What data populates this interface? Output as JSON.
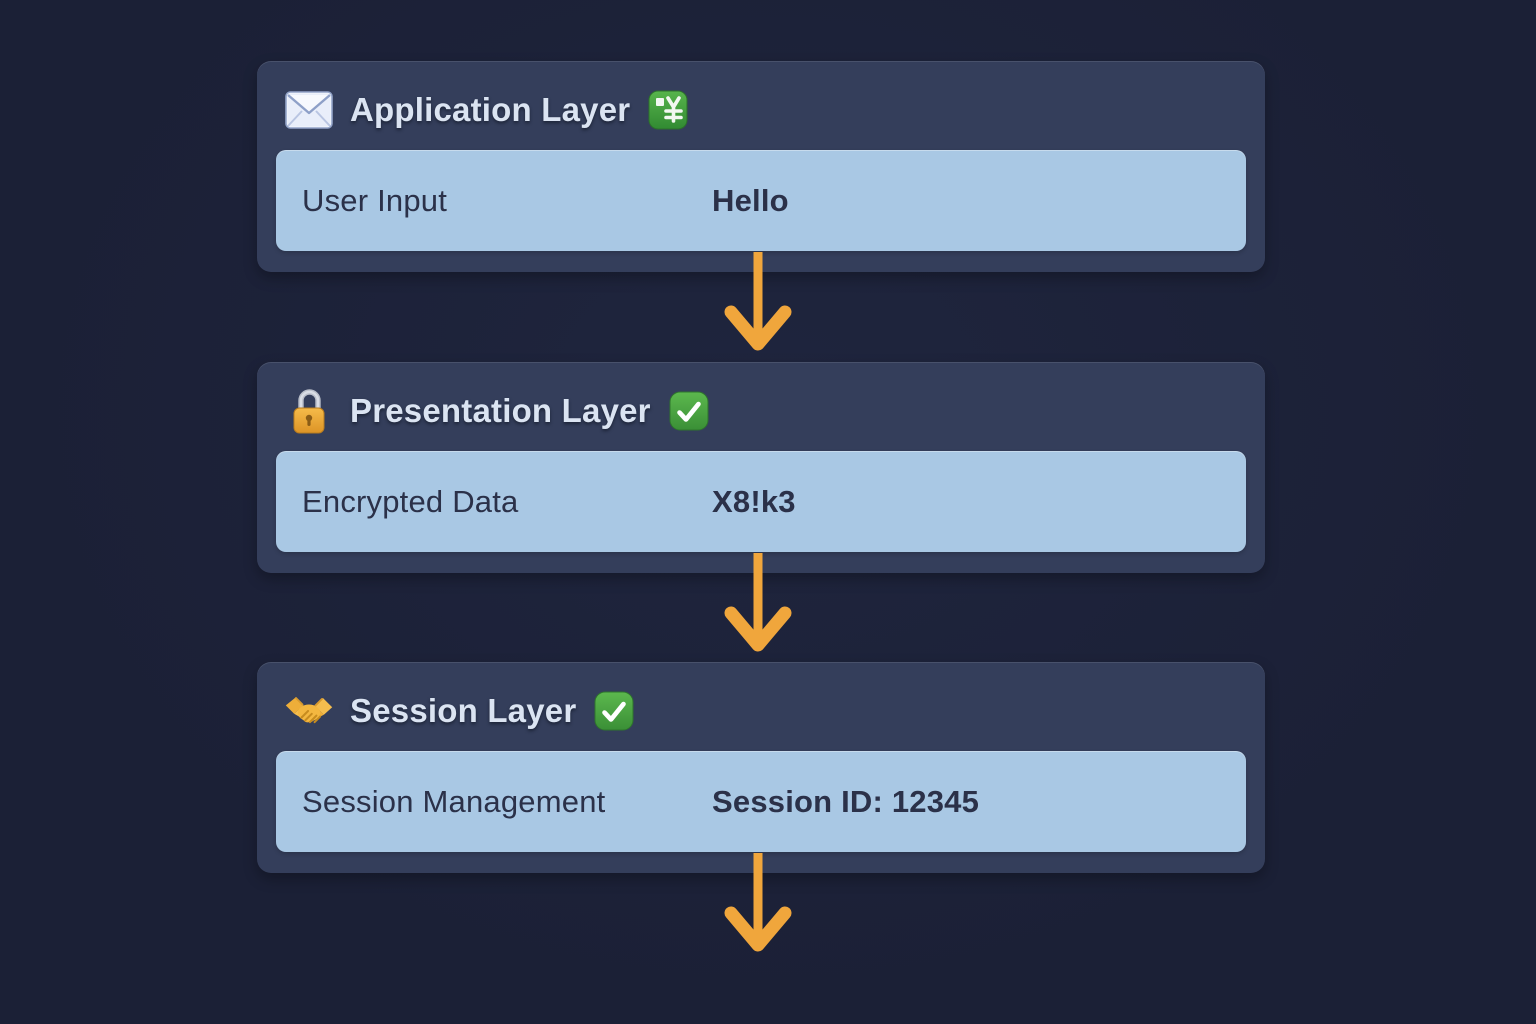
{
  "diagram": {
    "description_colors": {
      "background": "#1b2036",
      "card": "#343e5b",
      "row": "#a9c8e4",
      "arrow": "#f0a63c",
      "header_text": "#dbe4f2",
      "row_text": "#2b3149",
      "badge_green": "#3fae4e"
    },
    "layers": [
      {
        "icon": "envelope-icon",
        "title": "Application Layer",
        "status_icon": "green-symbol-badge",
        "row": {
          "label": "User Input",
          "value": "Hello"
        }
      },
      {
        "icon": "lock-icon",
        "title": "Presentation Layer",
        "status_icon": "check-badge",
        "row": {
          "label": "Encrypted Data",
          "value": "X8!k3"
        }
      },
      {
        "icon": "handshake-icon",
        "title": "Session Layer",
        "status_icon": "check-badge",
        "row": {
          "label": "Session Management",
          "value": "Session ID: 12345"
        }
      }
    ],
    "arrows": {
      "count": 3,
      "direction": "down",
      "color": "#f0a63c"
    }
  }
}
